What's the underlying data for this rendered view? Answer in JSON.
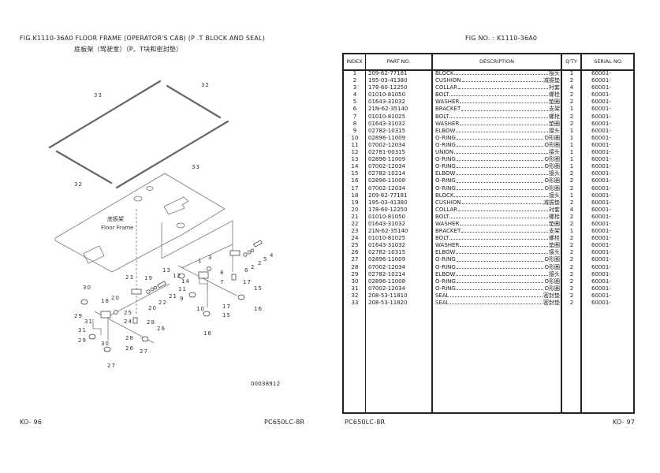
{
  "left_page": {
    "fig_title": "FIG.K1110-36A0    FLOOR FRAME (OPERATOR'S CAB) (P .T BLOCK AND SEAL)",
    "fig_title_cn": "底板架（驾驶室）（P、T块和密封垫）",
    "frame_label_cn": "底板架",
    "frame_label_en": "Floor Frame",
    "drawing_no": "00038912",
    "callouts": [
      "33",
      "32",
      "33",
      "32",
      "4",
      "5",
      "2",
      "2",
      "6",
      "1",
      "3",
      "13",
      "12",
      "14",
      "8",
      "7",
      "17",
      "15",
      "16",
      "11",
      "9",
      "10",
      "17",
      "15",
      "16",
      "23",
      "19",
      "21",
      "22",
      "20",
      "30",
      "18",
      "20",
      "29",
      "31",
      "25",
      "24",
      "28",
      "26",
      "31",
      "29",
      "30",
      "28",
      "27",
      "26",
      "27"
    ],
    "footer_page": "KO-   96",
    "footer_model": "PC650LC-8R"
  },
  "right_page": {
    "fig_no": "FIG NO.  : K1110-36A0",
    "headers": {
      "index": "INDEX",
      "part_no": "PART  NO.",
      "description": "DESCRIPTION",
      "qty": "Q'TY",
      "serial": "SERIAL NO."
    },
    "rows": [
      {
        "index": "1",
        "part": "209-62-77181",
        "desc": "BLOCK",
        "cn": "接头",
        "qty": "1",
        "serial": "60001-"
      },
      {
        "index": "2",
        "part": "195-03-41380",
        "desc": "CUSHION",
        "cn": "减振垫",
        "qty": "2",
        "serial": "60001-"
      },
      {
        "index": "3",
        "part": "178-60-12250",
        "desc": "COLLAR",
        "cn": "衬套",
        "qty": "4",
        "serial": "60001-"
      },
      {
        "index": "4",
        "part": "01010-81050",
        "desc": "BOLT",
        "cn": "螺栓",
        "qty": "2",
        "serial": "60001-"
      },
      {
        "index": "5",
        "part": "01643-31032",
        "desc": "WASHER",
        "cn": "垫圈",
        "qty": "2",
        "serial": "60001-"
      },
      {
        "index": "6",
        "part": "21N-62-35140",
        "desc": "BRACKET",
        "cn": "支架",
        "qty": "1",
        "serial": "60001-"
      },
      {
        "index": "7",
        "part": "01010-81025",
        "desc": "BOLT",
        "cn": "螺栓",
        "qty": "2",
        "serial": "60001-"
      },
      {
        "index": "8",
        "part": "01643-31032",
        "desc": "WASHER",
        "cn": "垫圈",
        "qty": "2",
        "serial": "60001-"
      },
      {
        "index": "9",
        "part": "02782-10315",
        "desc": "ELBOW",
        "cn": "接头",
        "qty": "1",
        "serial": "60001-"
      },
      {
        "index": "10",
        "part": "02896-11009",
        "desc": "O-RING",
        "cn": "O形圈",
        "qty": "1",
        "serial": "60001-"
      },
      {
        "index": "11",
        "part": "07002-12034",
        "desc": "O-RING",
        "cn": "O形圈",
        "qty": "1",
        "serial": "60001-"
      },
      {
        "index": "12",
        "part": "02781-00315",
        "desc": "UNION",
        "cn": "接头",
        "qty": "1",
        "serial": "60001-"
      },
      {
        "index": "13",
        "part": "02896-11009",
        "desc": "O-RING",
        "cn": "O形圈",
        "qty": "1",
        "serial": "60001-"
      },
      {
        "index": "14",
        "part": "07002-12034",
        "desc": "O-RING",
        "cn": "O形圈",
        "qty": "1",
        "serial": "60001-"
      },
      {
        "index": "15",
        "part": "02782-10214",
        "desc": "ELBOW",
        "cn": "接头",
        "qty": "2",
        "serial": "60001-"
      },
      {
        "index": "16",
        "part": "02896-11008",
        "desc": "O-RING",
        "cn": "O形圈",
        "qty": "2",
        "serial": "60001-"
      },
      {
        "index": "17",
        "part": "07002-12034",
        "desc": "O-RING",
        "cn": "O形圈",
        "qty": "2",
        "serial": "60001-"
      },
      {
        "index": "18",
        "part": "209-62-77181",
        "desc": "BLOCK",
        "cn": "接头",
        "qty": "1",
        "serial": "60001-"
      },
      {
        "index": "19",
        "part": "195-03-41380",
        "desc": "CUSHION",
        "cn": "减振垫",
        "qty": "2",
        "serial": "60001-"
      },
      {
        "index": "20",
        "part": "178-60-12250",
        "desc": "COLLAR",
        "cn": "衬套",
        "qty": "4",
        "serial": "60001-"
      },
      {
        "index": "21",
        "part": "01010-81050",
        "desc": "BOLT",
        "cn": "螺栓",
        "qty": "2",
        "serial": "60001-"
      },
      {
        "index": "22",
        "part": "01643-31032",
        "desc": "WASHER",
        "cn": "垫圈",
        "qty": "2",
        "serial": "60001-"
      },
      {
        "index": "23",
        "part": "21N-62-35140",
        "desc": "BRACKET",
        "cn": "支架",
        "qty": "1",
        "serial": "60001-"
      },
      {
        "index": "24",
        "part": "01010-81025",
        "desc": "BOLT",
        "cn": "螺栓",
        "qty": "2",
        "serial": "60001-"
      },
      {
        "index": "25",
        "part": "01643-31032",
        "desc": "WASHER",
        "cn": "垫圈",
        "qty": "2",
        "serial": "60001-"
      },
      {
        "index": "26",
        "part": "02782-10315",
        "desc": "ELBOW",
        "cn": "接头",
        "qty": "2",
        "serial": "60001-"
      },
      {
        "index": "27",
        "part": "02896-11009",
        "desc": "O-RING",
        "cn": "O形圈",
        "qty": "2",
        "serial": "60001-"
      },
      {
        "index": "28",
        "part": "07002-12034",
        "desc": "O-RING",
        "cn": "O形圈",
        "qty": "2",
        "serial": "60001-"
      },
      {
        "index": "29",
        "part": "02782-10214",
        "desc": "ELBOW",
        "cn": "接头",
        "qty": "2",
        "serial": "60001-"
      },
      {
        "index": "30",
        "part": "02896-11008",
        "desc": "O-RING",
        "cn": "O形圈",
        "qty": "2",
        "serial": "60001-"
      },
      {
        "index": "31",
        "part": "07002-12034",
        "desc": "O-RING",
        "cn": "O形圈",
        "qty": "2",
        "serial": "60001-"
      },
      {
        "index": "32",
        "part": "208-53-11810",
        "desc": "SEAL",
        "cn": "密封垫",
        "qty": "2",
        "serial": "60001-"
      },
      {
        "index": "33",
        "part": "208-53-11820",
        "desc": "SEAL",
        "cn": "密封垫",
        "qty": "2",
        "serial": "60001-"
      }
    ],
    "footer_model": "PC650LC-8R",
    "footer_page": "KO-   97"
  }
}
